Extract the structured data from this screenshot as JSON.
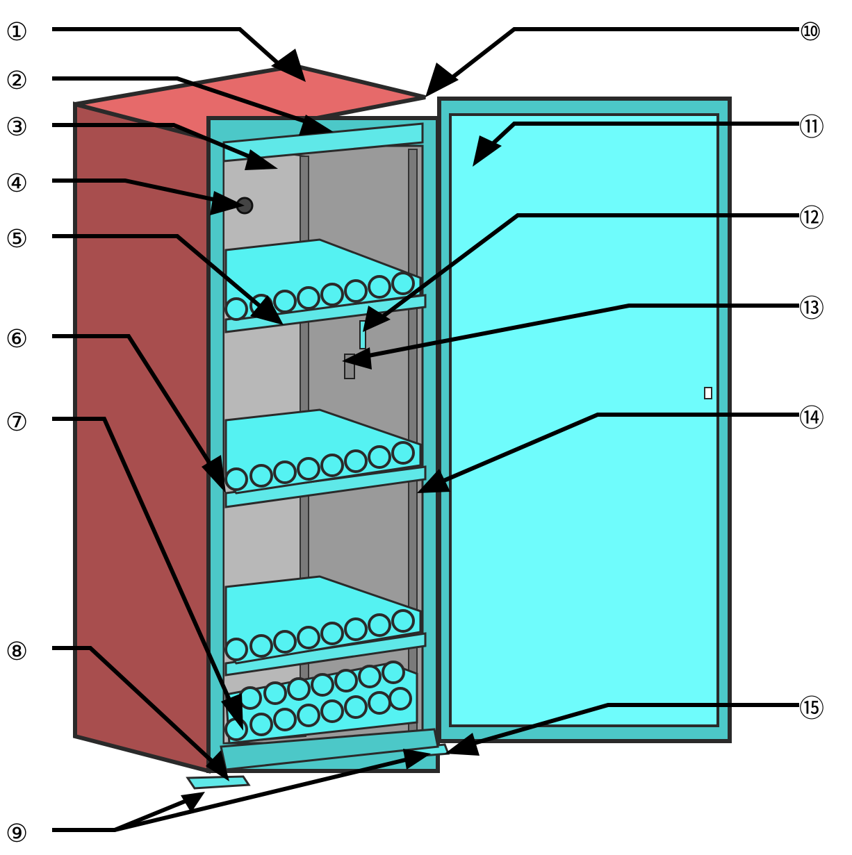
{
  "callouts": [
    {
      "id": "c1",
      "label": "①"
    },
    {
      "id": "c2",
      "label": "②"
    },
    {
      "id": "c3",
      "label": "③"
    },
    {
      "id": "c4",
      "label": "④"
    },
    {
      "id": "c5",
      "label": "⑤"
    },
    {
      "id": "c6",
      "label": "⑥"
    },
    {
      "id": "c7",
      "label": "⑦"
    },
    {
      "id": "c8",
      "label": "⑧"
    },
    {
      "id": "c9",
      "label": "⑨"
    },
    {
      "id": "c10",
      "label": "⑩"
    },
    {
      "id": "c11",
      "label": "⑪"
    },
    {
      "id": "c12",
      "label": "⑫"
    },
    {
      "id": "c13",
      "label": "⑬"
    },
    {
      "id": "c14",
      "label": "⑭"
    },
    {
      "id": "c15",
      "label": "⑮"
    }
  ],
  "colors": {
    "top_panel": "#e66a6a",
    "side_panel": "#a84e4e",
    "interior_back": "#9a9a9a",
    "interior_side": "#b8b8b8",
    "door_glass": "#6ffcfc",
    "shelf": "#5fe8e8",
    "bottle": "#55f2f2",
    "frame": "#2a2a2a"
  }
}
